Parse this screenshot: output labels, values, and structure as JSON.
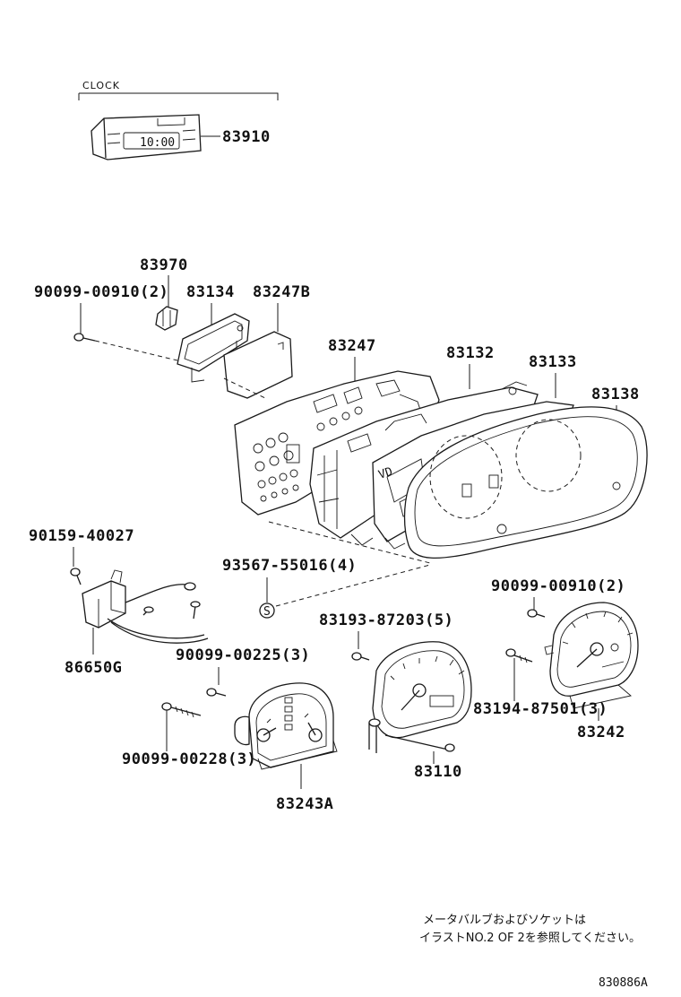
{
  "diagram": {
    "clock_group_label": "CLOCK",
    "parts": {
      "p83910": "83910",
      "p83970": "83970",
      "p90099_00910_a": "90099-00910(2)",
      "p83134": "83134",
      "p83247B": "83247B",
      "p83247": "83247",
      "p83132": "83132",
      "p83133": "83133",
      "p83138": "83138",
      "p90159_40027": "90159-40027",
      "p93567_55016": "93567-55016(4)",
      "p90099_00910_b": "90099-00910(2)",
      "p86650G": "86650G",
      "p83193_87203": "83193-87203(5)",
      "p90099_00225": "90099-00225(3)",
      "p83194_87501": "83194-87501(3)",
      "p83242": "83242",
      "p83110": "83110",
      "p90099_00228": "90099-00228(3)",
      "p83243A": "83243A"
    },
    "clock_display": "10:00",
    "washer_symbol": "S",
    "note_line1": "メータバルブおよびソケットは",
    "note_line2": "イラストNO.2 OF 2を参照してください。",
    "drawing_code": "830886A"
  }
}
